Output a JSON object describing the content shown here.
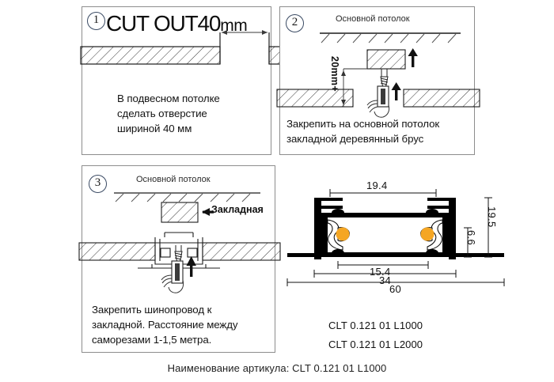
{
  "document": {
    "footer_label": "Наименование артикула: CLT 0.121 01 L1000"
  },
  "panels": [
    {
      "number": "1",
      "title_main": "CUT OUT40",
      "title_unit": "mm",
      "caption": "В подвесном потолке\nсделать отверстие\nшириной 40 мм"
    },
    {
      "number": "2",
      "ceiling_label": "Основной потолок",
      "dimension_label": "20mm+",
      "caption": "Закрепить на основной потолок\nзакладной деревянный брус"
    },
    {
      "number": "3",
      "ceiling_label": "Основной потолок",
      "embed_label": "Закладная",
      "caption": "Закрепить шинопровод к\nзакладной. Расстояние между\nсаморезами 1-1,5 метра."
    }
  ],
  "profile": {
    "dimensions": {
      "inner_top": "19.4",
      "inner_bottom": "15.4",
      "body_width": "34",
      "total_width": "60",
      "total_height": "19.5",
      "channel_depth": "6.6"
    },
    "conductor_color": "#F5A623",
    "body_color": "#000000",
    "product_codes": [
      "CLT 0.121 01 L1000",
      "CLT 0.121 01 L2000"
    ]
  }
}
